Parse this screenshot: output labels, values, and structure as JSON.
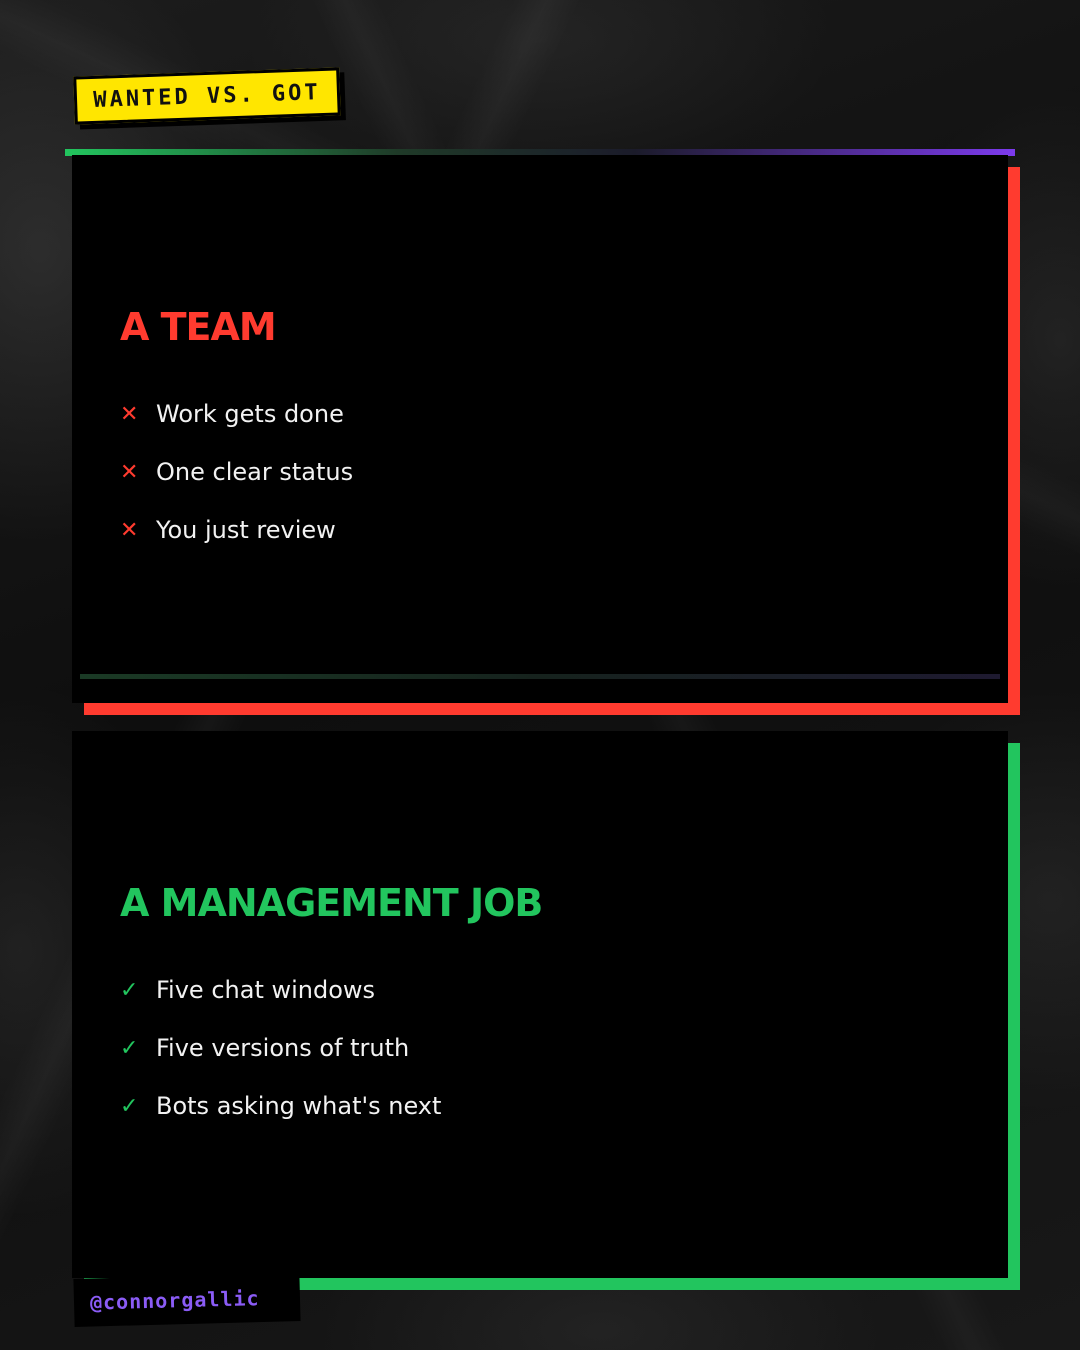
{
  "tag": {
    "label": "WANTED VS. GOT"
  },
  "cards": [
    {
      "title": "A TEAM",
      "accent": "#ff3b2f",
      "marker_icon": "x-icon",
      "marker": "✕",
      "items": [
        "Work gets done",
        "One clear status",
        "You just review"
      ]
    },
    {
      "title": "A MANAGEMENT JOB",
      "accent": "#22c55e",
      "marker_icon": "check-icon",
      "marker": "✓",
      "items": [
        "Five chat windows",
        "Five versions of truth",
        "Bots asking what's next"
      ]
    }
  ],
  "footer": {
    "handle": "@connorgallic"
  },
  "colors": {
    "tag_background": "#ffe600",
    "handle_text": "#8b5cf6",
    "background": "#141414"
  }
}
